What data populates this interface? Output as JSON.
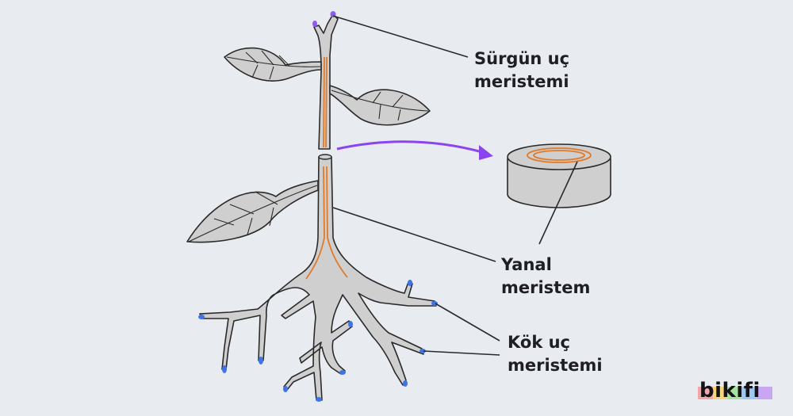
{
  "labels": {
    "shoot_line1": "Sürgün uç",
    "shoot_line2": "meristemi",
    "lateral_line1": "Yanal",
    "lateral_line2": "meristem",
    "root_line1": "Kök uç",
    "root_line2": "meristemi"
  },
  "brand": {
    "name": "bikifi"
  },
  "colors": {
    "background": "#e8ebf0",
    "plant_fill": "#cfcfcf",
    "outline": "#2a2a2a",
    "vascular": "#e07a2a",
    "shoot_meristem": "#8c5cf2",
    "root_meristem": "#3f74e8",
    "arrow": "#8a45f0",
    "brand_bars": [
      "#f4a6a6",
      "#f7d57a",
      "#a7e3a1",
      "#9ec8f2",
      "#c8a6f2"
    ]
  }
}
